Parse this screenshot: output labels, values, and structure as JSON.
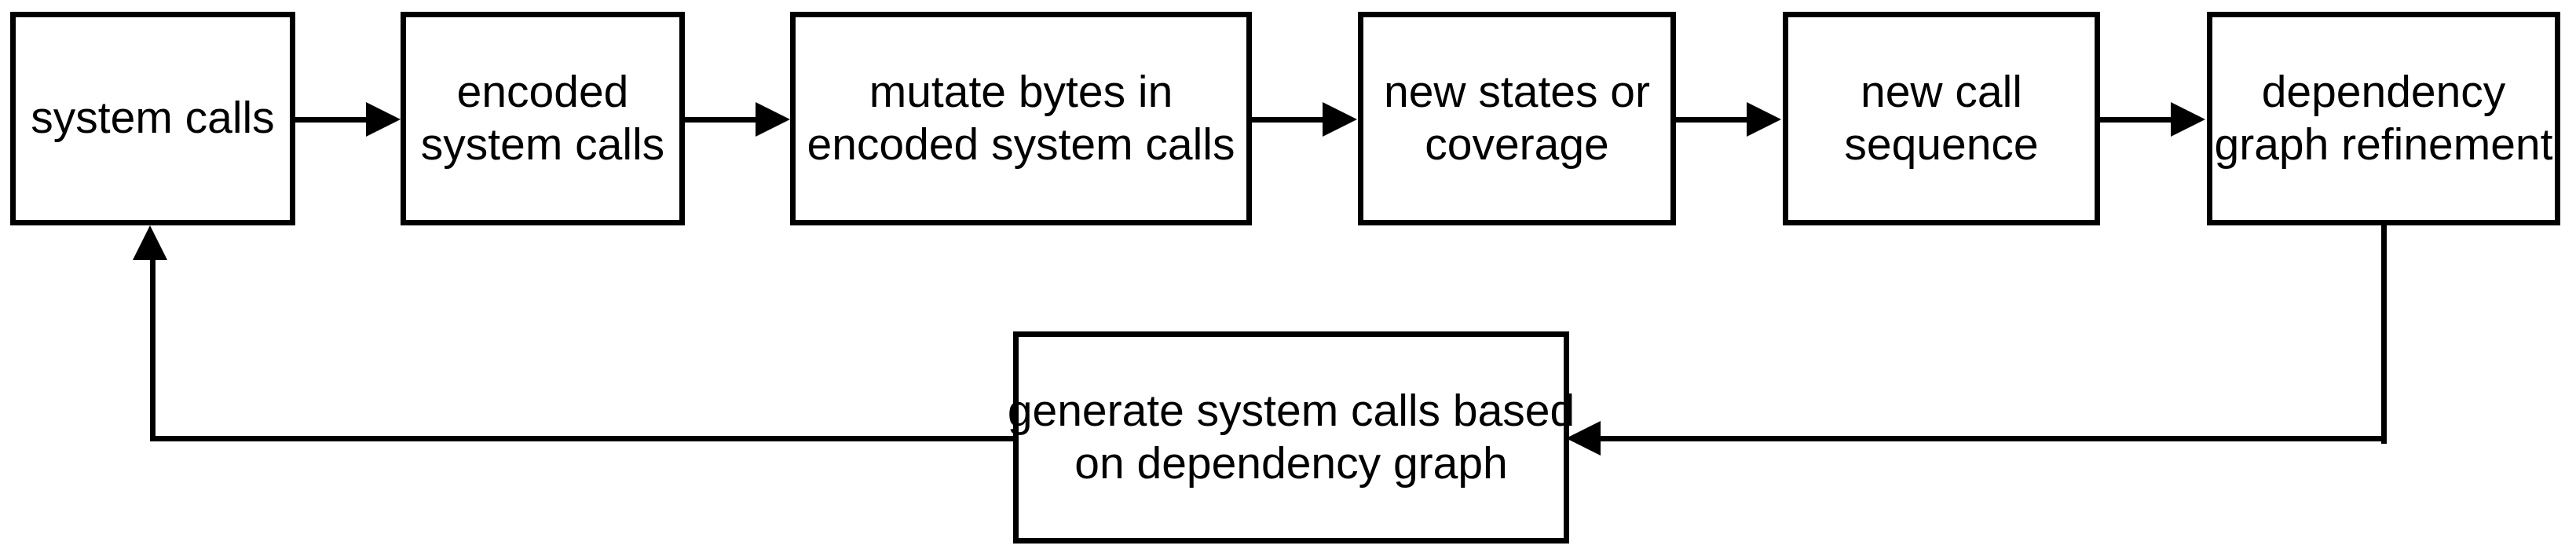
{
  "diagram": {
    "type": "flowchart",
    "orientation": "left-to-right with feedback loop",
    "stroke_color": "#000000",
    "background_color": "#ffffff",
    "nodes": [
      {
        "id": "system-calls",
        "lines": [
          "system calls"
        ]
      },
      {
        "id": "encoded-system-calls",
        "lines": [
          "encoded",
          "system calls"
        ]
      },
      {
        "id": "mutate-bytes",
        "lines": [
          "mutate bytes in",
          "encoded system calls"
        ]
      },
      {
        "id": "new-states-coverage",
        "lines": [
          "new states or",
          "coverage"
        ]
      },
      {
        "id": "new-call-sequence",
        "lines": [
          "new call",
          "sequence"
        ]
      },
      {
        "id": "dependency-graph-refinement",
        "lines": [
          "dependency",
          "graph refinement"
        ]
      },
      {
        "id": "generate-system-calls",
        "lines": [
          "generate system calls based",
          "on dependency graph"
        ]
      }
    ],
    "edges": [
      {
        "from": "system-calls",
        "to": "encoded-system-calls",
        "direction": "right"
      },
      {
        "from": "encoded-system-calls",
        "to": "mutate-bytes",
        "direction": "right"
      },
      {
        "from": "mutate-bytes",
        "to": "new-states-coverage",
        "direction": "right"
      },
      {
        "from": "new-states-coverage",
        "to": "new-call-sequence",
        "direction": "right"
      },
      {
        "from": "new-call-sequence",
        "to": "dependency-graph-refinement",
        "direction": "right"
      },
      {
        "from": "dependency-graph-refinement",
        "to": "generate-system-calls",
        "direction": "down-left"
      },
      {
        "from": "generate-system-calls",
        "to": "system-calls",
        "direction": "left-up"
      }
    ]
  }
}
